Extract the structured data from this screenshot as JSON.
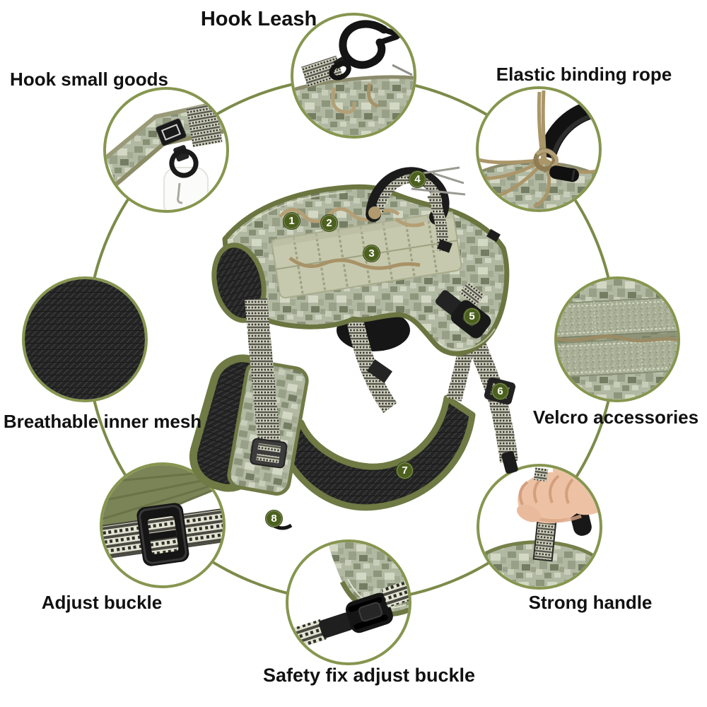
{
  "diagram": {
    "background": "#ffffff",
    "ring_color": "#7c8b49",
    "callout_border_color": "#86964f",
    "badge_color": "#4d611f",
    "badge_text_color": "#ffffff",
    "label_color": "#111111",
    "features": [
      {
        "label": "Hook Leash"
      },
      {
        "label": "Hook small goods"
      },
      {
        "label": "Elastic binding rope"
      },
      {
        "label": "Breathable inner mesh"
      },
      {
        "label": "Velcro accessories"
      },
      {
        "label": "Adjust buckle"
      },
      {
        "label": "Strong handle"
      },
      {
        "label": "Safety fix adjust buckle"
      }
    ],
    "markers": [
      "1",
      "2",
      "3",
      "4",
      "5",
      "6",
      "7",
      "8"
    ]
  }
}
